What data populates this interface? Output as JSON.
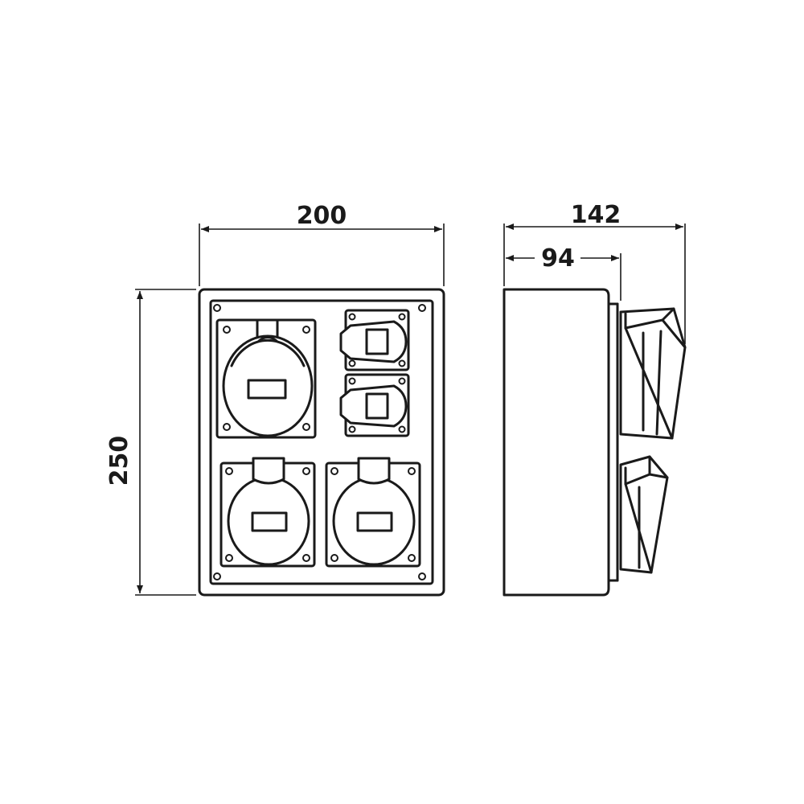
{
  "dimensions": {
    "front_width": "200",
    "front_height": "250",
    "side_total_depth": "142",
    "side_body_depth": "94"
  }
}
